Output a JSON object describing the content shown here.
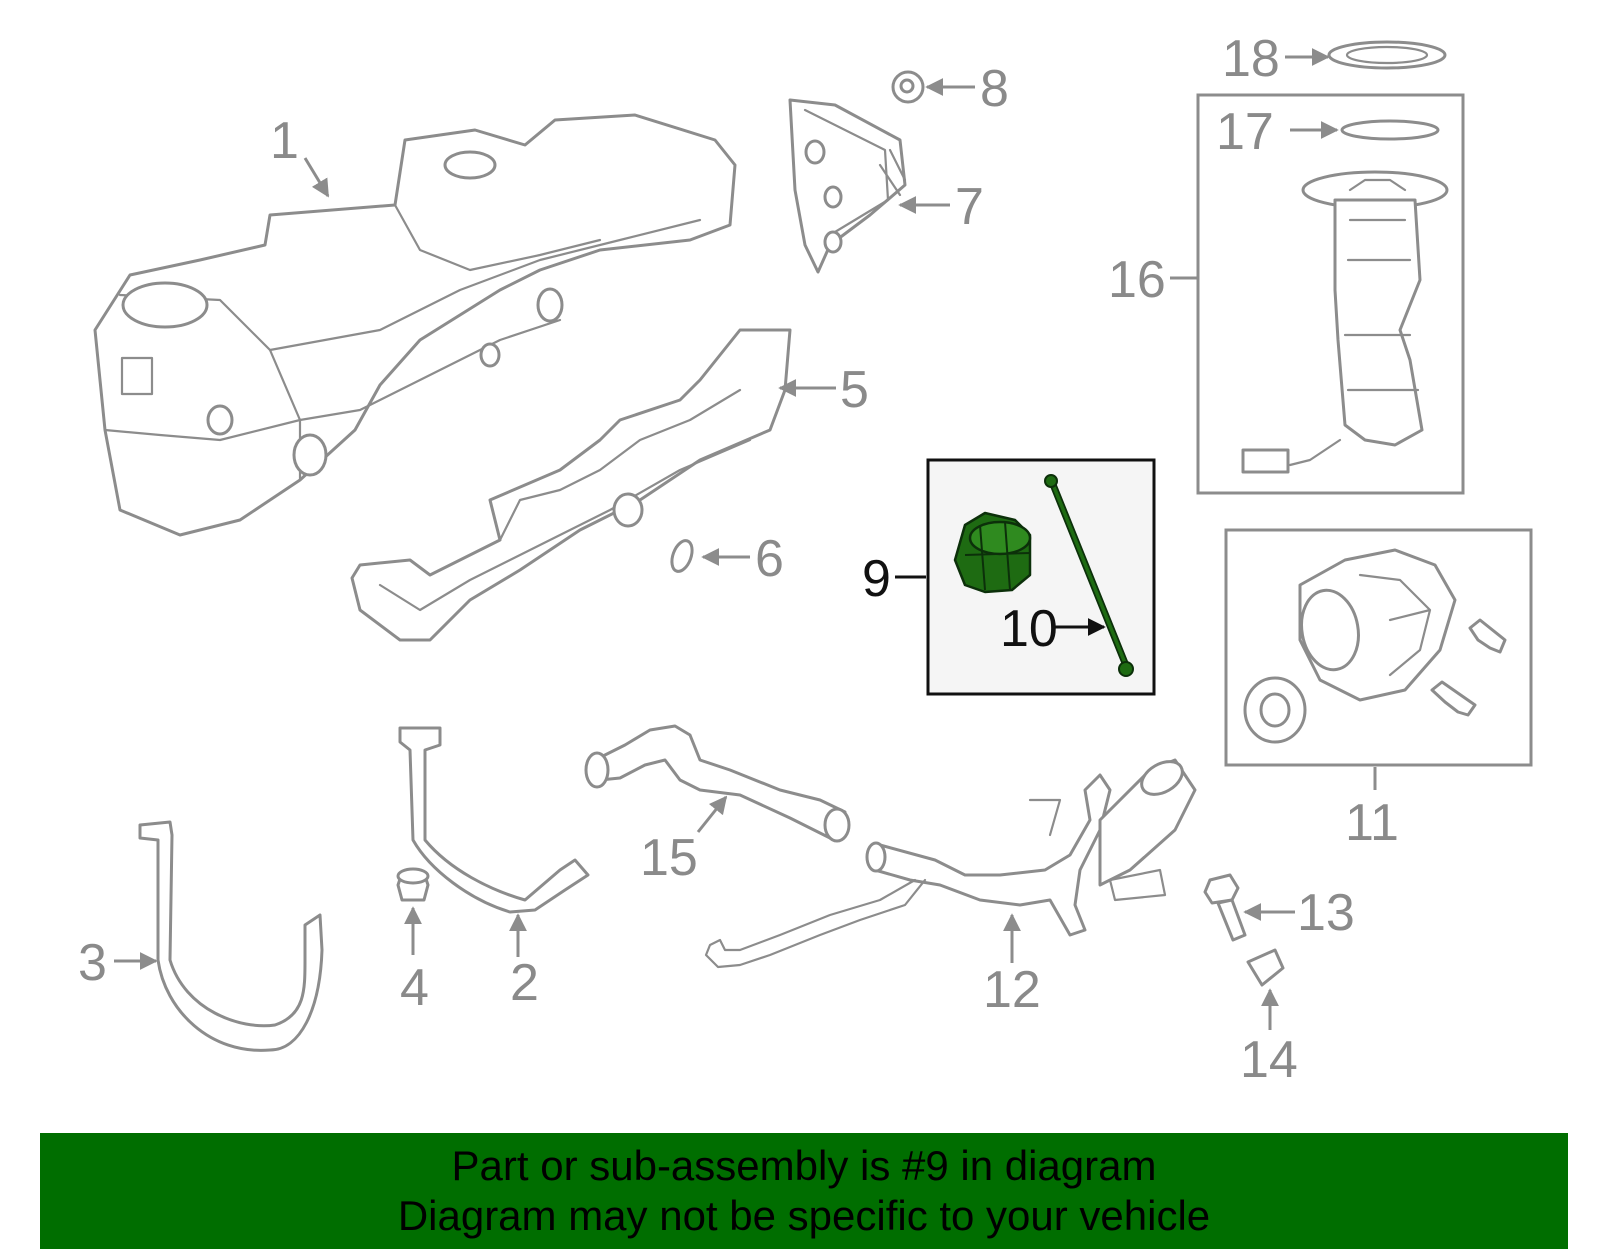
{
  "callouts": {
    "c1": "1",
    "c2": "2",
    "c3": "3",
    "c4": "4",
    "c5": "5",
    "c6": "6",
    "c7": "7",
    "c8": "8",
    "c9": "9",
    "c10": "10",
    "c11": "11",
    "c12": "12",
    "c13": "13",
    "c14": "14",
    "c15": "15",
    "c16": "16",
    "c17": "17",
    "c18": "18"
  },
  "highlight": {
    "part_number": "9",
    "color": "#1e6b12"
  },
  "banner": {
    "line1": "Part or sub-assembly is #9 in diagram",
    "line2": "Diagram may not be specific to your vehicle",
    "background": "#006e00"
  }
}
